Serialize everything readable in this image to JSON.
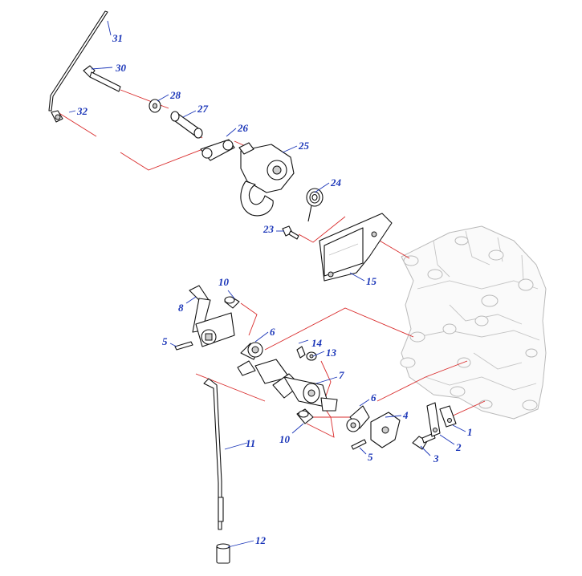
{
  "callouts": {
    "c1": "1",
    "c2": "2",
    "c3": "3",
    "c4": "4",
    "c5a": "5",
    "c5b": "5",
    "c6a": "6",
    "c6b": "6",
    "c7": "7",
    "c8": "8",
    "c10a": "10",
    "c10b": "10",
    "c11": "11",
    "c12": "12",
    "c13": "13",
    "c14": "14",
    "c15": "15",
    "c23": "23",
    "c24": "24",
    "c25": "25",
    "c26": "26",
    "c27": "27",
    "c28": "28",
    "c30": "30",
    "c31": "31",
    "c32": "32"
  },
  "colors": {
    "callout": "#1a35b8",
    "guide": "#d92b2b",
    "ghost": "#b9b9b9"
  }
}
